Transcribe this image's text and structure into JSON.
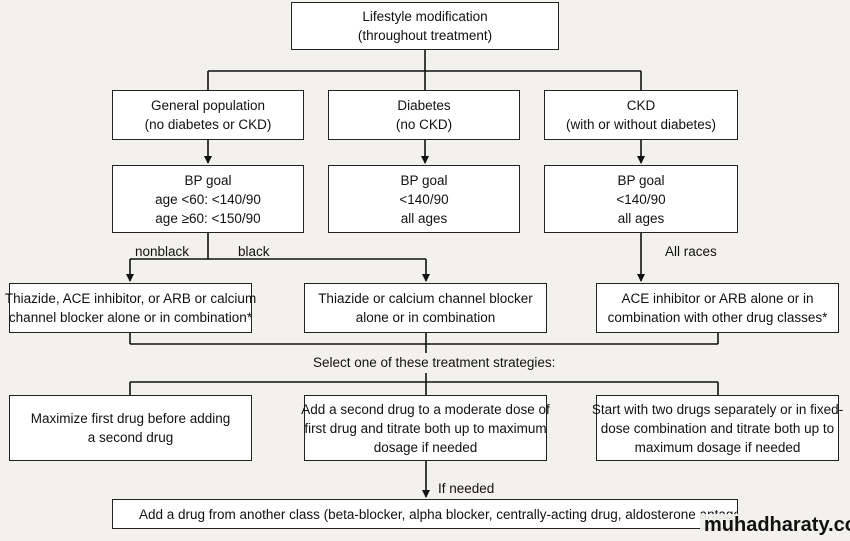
{
  "lifestyle": [
    "Lifestyle modification",
    "(throughout treatment)"
  ],
  "population": {
    "general": [
      "General population",
      "(no diabetes or CKD)"
    ],
    "diabetes": [
      "Diabetes",
      "(no CKD)"
    ],
    "ckd": [
      "CKD",
      "(with or without diabetes)"
    ]
  },
  "goals": {
    "general": [
      "BP goal",
      "age <60: <140/90",
      "age ≥60: <150/90"
    ],
    "diabetes": [
      "BP goal",
      "<140/90",
      "all ages"
    ],
    "ckd": [
      "BP goal",
      "<140/90",
      "all ages"
    ]
  },
  "branch_labels": {
    "nonblack": "nonblack",
    "black": "black",
    "all_races": "All races"
  },
  "initial_drugs": {
    "nonblack": [
      "Thiazide, ACE inhibitor, or ARB or calcium",
      "channel blocker alone or in combination*"
    ],
    "black": [
      "Thiazide or calcium channel blocker",
      "alone or in combination"
    ],
    "ckd": [
      "ACE inhibitor or ARB alone or in",
      "combination with other drug classes*"
    ]
  },
  "select_label": "Select one of these treatment strategies:",
  "strategies": {
    "a": [
      "Maximize first drug before adding",
      "a second drug"
    ],
    "b": [
      "Add a second drug to a moderate dose of",
      "first drug and titrate both up to maximum",
      "dosage if needed"
    ],
    "c": [
      "Start with two drugs separately or in fixed-",
      "dose combination and titrate both up to",
      "maximum dosage if needed"
    ]
  },
  "if_needed_label": "If needed",
  "final_step": "Add a drug from another class (beta-blocker, alpha blocker, centrally-acting drug, aldosterone antagonist",
  "watermark": "muhadharaty.com"
}
